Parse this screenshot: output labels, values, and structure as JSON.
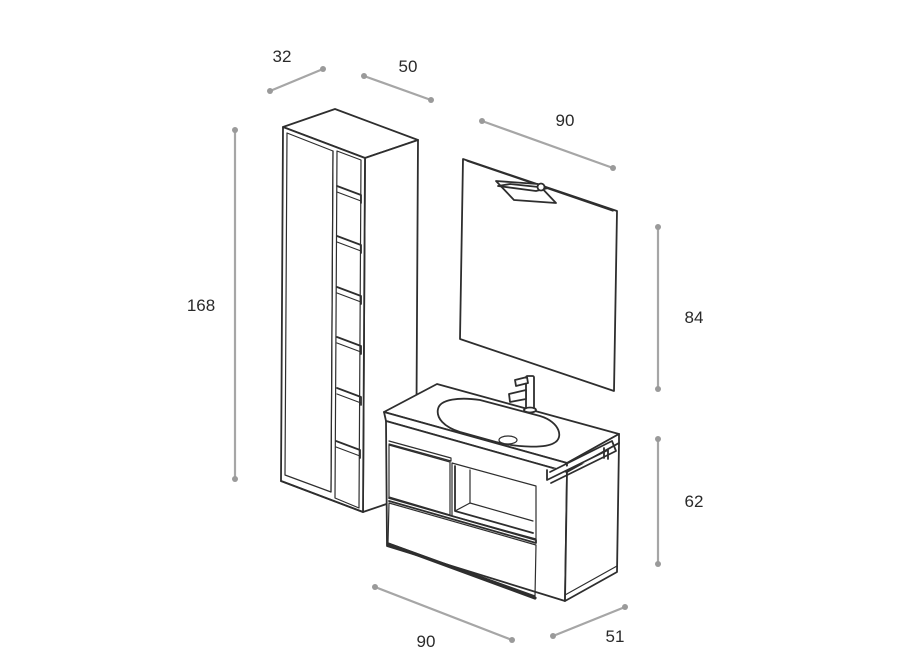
{
  "dimensions": {
    "column_depth": "32",
    "column_width": "50",
    "column_height": "168",
    "mirror_width": "90",
    "mirror_height": "84",
    "vanity_height": "62",
    "vanity_width": "90",
    "vanity_depth": "51"
  },
  "colors": {
    "line": "#2e2e2e",
    "dimension": "#a6a6a6",
    "background": "#ffffff"
  }
}
